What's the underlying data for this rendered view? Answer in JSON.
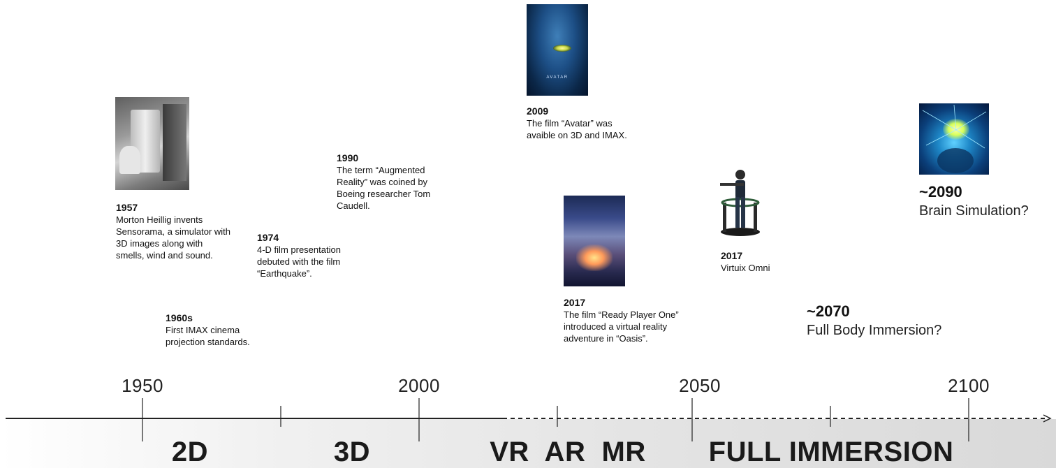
{
  "axis": {
    "years": [
      "1950",
      "2000",
      "2050",
      "2100"
    ],
    "eras": [
      "2D",
      "3D",
      "VR  AR  MR",
      "FULL IMMERSION"
    ]
  },
  "events": {
    "e1957": {
      "year": "1957",
      "desc": "Morton Heillig invents Sensorama, a simulator with 3D images along with smells, wind and sound."
    },
    "e1960s": {
      "year": "1960s",
      "desc": "First IMAX cinema projection standards."
    },
    "e1974": {
      "year": "1974",
      "desc": "4-D film presentation debuted with the film “Earthquake”."
    },
    "e1990": {
      "year": "1990",
      "desc": "The term “Augmented Reality” was coined by Boeing researcher Tom Caudell."
    },
    "e2009": {
      "year": "2009",
      "desc": "The film “Avatar” was avaible on 3D and IMAX."
    },
    "e2017a": {
      "year": "2017",
      "desc": "The film “Ready Player One” introduced a virtual reality adventure in “Oasis”."
    },
    "e2017b": {
      "year": "2017",
      "desc": "Virtuix Omni"
    },
    "e2070": {
      "year": "~2070",
      "desc": "Full Body Immersion?"
    },
    "e2090": {
      "year": "~2090",
      "desc": "Brain Simulation?"
    }
  },
  "images": {
    "avatar_title": "AVATAR"
  },
  "colors": {
    "axis": "#222222",
    "band": "#e0e0e0"
  }
}
